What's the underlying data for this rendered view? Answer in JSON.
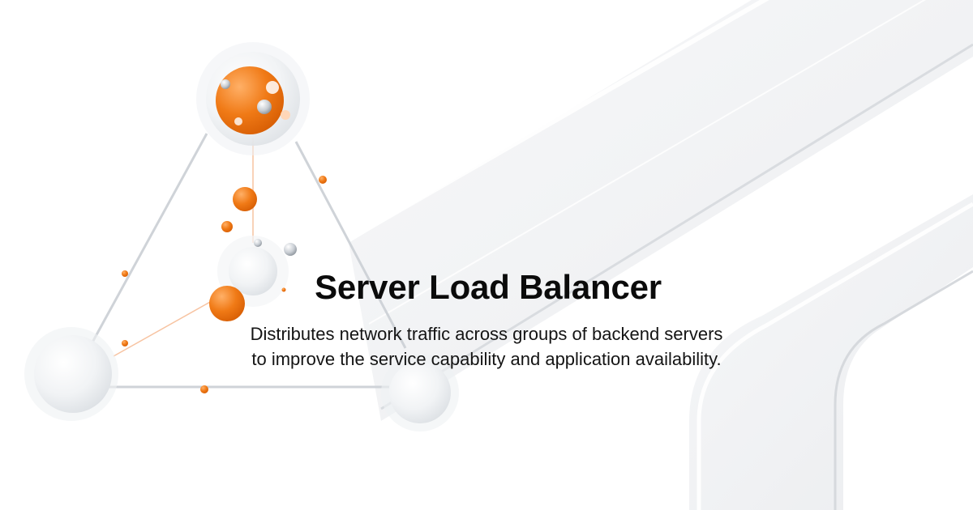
{
  "hero": {
    "title": "Server Load Balancer",
    "description": "Distributes network traffic across groups of backend servers to improve the service capability and application availability."
  },
  "colors": {
    "background": "#ffffff",
    "accent_orange": "#f07a16",
    "track_gray": "#e9ebee",
    "text_dark": "#0b0b0b"
  },
  "illustration": {
    "nodes": [
      "orange-master-node",
      "left-server-node",
      "right-server-node",
      "center-node"
    ],
    "decor": [
      "curved-track-upper",
      "curved-track-lower"
    ]
  }
}
